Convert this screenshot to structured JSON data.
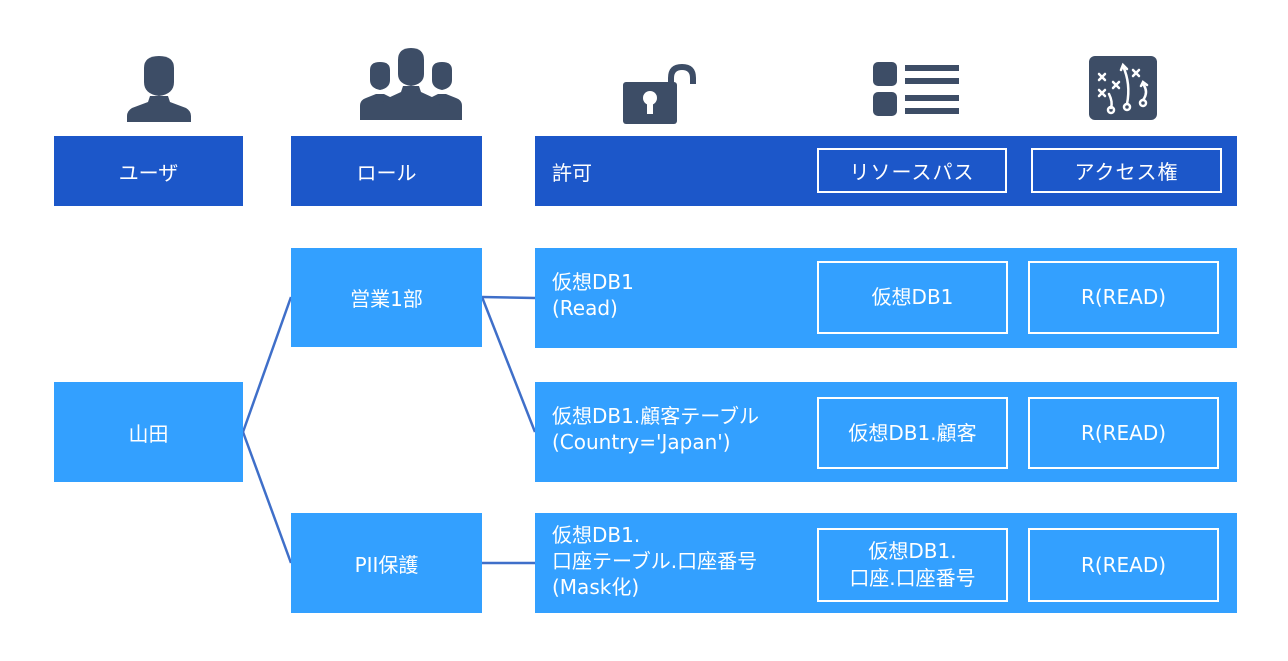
{
  "colors": {
    "header_bg": "#1c57c9",
    "box_bg": "#33a0ff",
    "icon": "#3d4d66",
    "connector": "#3f6fc9",
    "text": "#ffffff"
  },
  "icons": {
    "user": "user-icon",
    "role": "group-icon",
    "permission": "unlock-icon",
    "resource": "list-icon",
    "access": "strategy-board-icon"
  },
  "header": {
    "user": "ユーザ",
    "role": "ロール",
    "permission": "許可",
    "resource_path": "リソースパス",
    "access_right": "アクセス権"
  },
  "user": {
    "name": "山田"
  },
  "roles": [
    {
      "name": "営業1部"
    },
    {
      "name": "PII保護"
    }
  ],
  "permissions": [
    {
      "description": "仮想DB1\n(Read)",
      "resource_path": "仮想DB1",
      "access": "R(READ)"
    },
    {
      "description": "仮想DB1.顧客テーブル\n(Country='Japan')",
      "resource_path": "仮想DB1.顧客",
      "access": "R(READ)"
    },
    {
      "description": "仮想DB1.\n口座テーブル.口座番号\n(Mask化)",
      "resource_path": "仮想DB1.\n口座.口座番号",
      "access": "R(READ)"
    }
  ]
}
